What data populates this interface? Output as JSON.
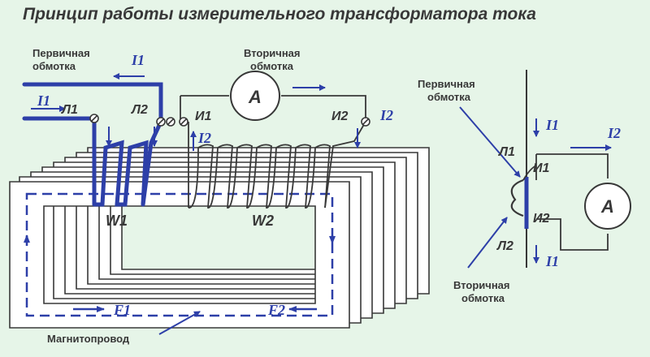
{
  "title": "Принцип работы измерительного трансформатора тока",
  "labels": {
    "primary_winding": "Первичная обмотка",
    "secondary_winding": "Вторичная обмотка",
    "core": "Магнитопровод",
    "ammeter": "A"
  },
  "primary_winding_lines": [
    "Первичная",
    "обмотка"
  ],
  "secondary_winding_lines": [
    "Вторичная",
    "обмотка"
  ],
  "terminals": {
    "L1": "Л1",
    "L2": "Л2",
    "I1": "И1",
    "I2": "И2"
  },
  "currents": {
    "primary": "I1",
    "secondary": "I2"
  },
  "windings": {
    "w1": "W1",
    "w2": "W2"
  },
  "flux": {
    "f1": "F1",
    "f2": "F2"
  },
  "colors": {
    "background": "#e6f5e8",
    "wire": "#2d3fa8",
    "core": "#ffffff",
    "core_edge": "#383838",
    "text": "#383838"
  }
}
